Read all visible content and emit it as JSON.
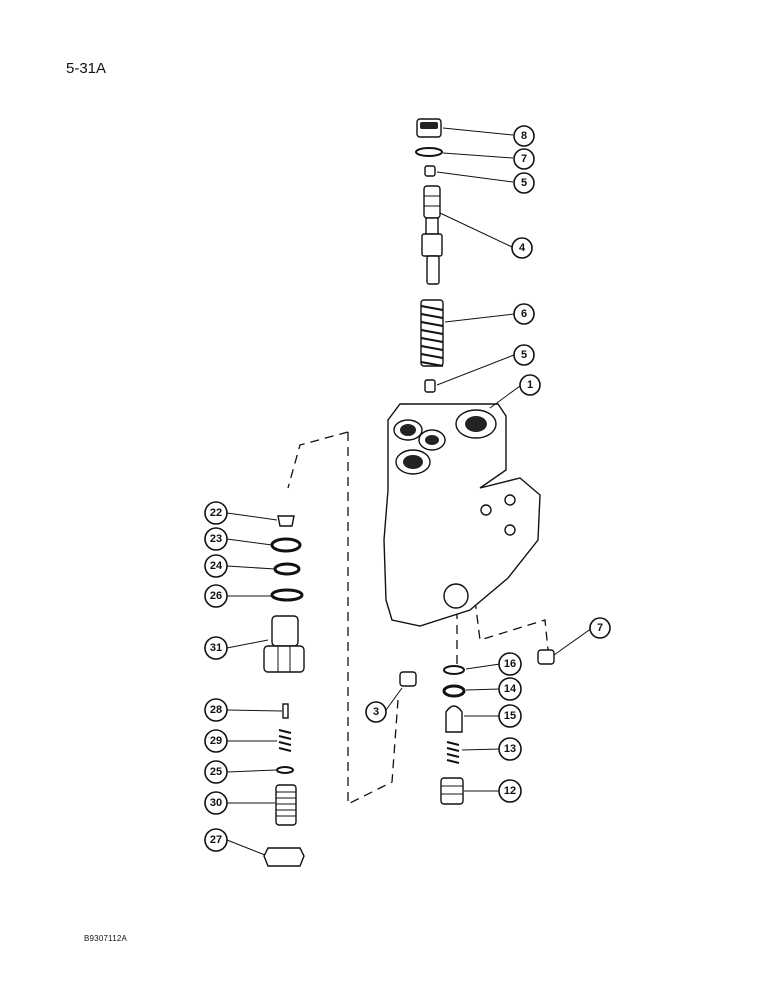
{
  "page_number": "5-31A",
  "document_code": "B9307112A",
  "callouts": [
    {
      "id": "c8",
      "label": "8"
    },
    {
      "id": "c7a",
      "label": "7"
    },
    {
      "id": "c5a",
      "label": "5"
    },
    {
      "id": "c4",
      "label": "4"
    },
    {
      "id": "c6",
      "label": "6"
    },
    {
      "id": "c5b",
      "label": "5"
    },
    {
      "id": "c1",
      "label": "1"
    },
    {
      "id": "c22",
      "label": "22"
    },
    {
      "id": "c23",
      "label": "23"
    },
    {
      "id": "c24",
      "label": "24"
    },
    {
      "id": "c26",
      "label": "26"
    },
    {
      "id": "c31",
      "label": "31"
    },
    {
      "id": "c7b",
      "label": "7"
    },
    {
      "id": "c16",
      "label": "16"
    },
    {
      "id": "c14",
      "label": "14"
    },
    {
      "id": "c3",
      "label": "3"
    },
    {
      "id": "c15",
      "label": "15"
    },
    {
      "id": "c13",
      "label": "13"
    },
    {
      "id": "c12",
      "label": "12"
    },
    {
      "id": "c28",
      "label": "28"
    },
    {
      "id": "c29",
      "label": "29"
    },
    {
      "id": "c25",
      "label": "25"
    },
    {
      "id": "c30",
      "label": "30"
    },
    {
      "id": "c27",
      "label": "27"
    }
  ]
}
